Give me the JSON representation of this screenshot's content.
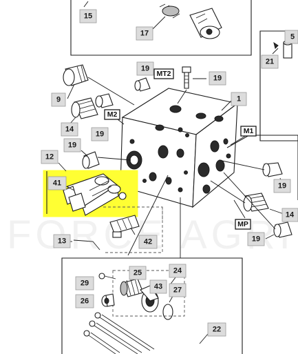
{
  "watermark": "FORCE AGRI",
  "highlight_color": "#ffff33",
  "callouts": {
    "c15": "15",
    "c17": "17",
    "c9": "9",
    "c19a": "19",
    "c19b": "19",
    "c19c": "19",
    "c19d": "19",
    "c19e": "19",
    "c19f": "19",
    "c14a": "14",
    "c14b": "14",
    "c1": "1",
    "c12": "12",
    "c41": "41",
    "c13": "13",
    "c42": "42",
    "c21": "21",
    "c5": "5",
    "c29": "29",
    "c25": "25",
    "c24": "24",
    "c43": "43",
    "c26": "26",
    "c27": "27",
    "c22": "22"
  },
  "ports": {
    "mt2": "MT2",
    "m2": "M2",
    "m1": "M1",
    "mp": "MP"
  }
}
